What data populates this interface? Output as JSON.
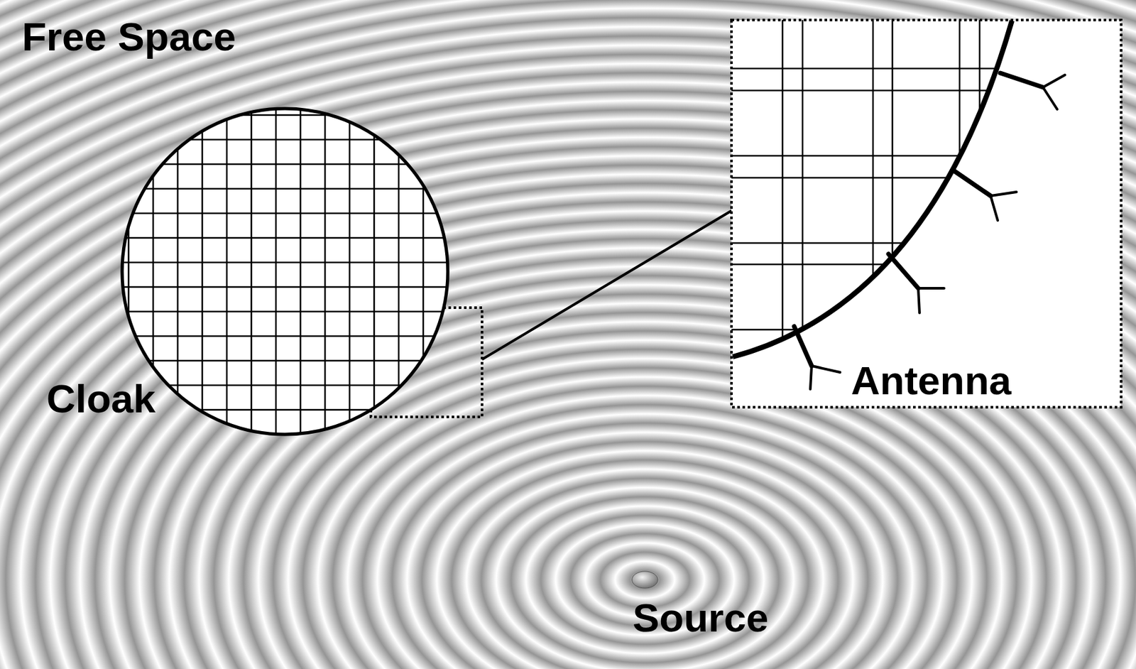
{
  "diagram": {
    "nodes": [
      {
        "text": [
          "Cloak"
        ]
      },
      {
        "text": [
          "Antenna"
        ]
      }
    ],
    "labels": [
      "Free Space",
      "Source"
    ]
  }
}
